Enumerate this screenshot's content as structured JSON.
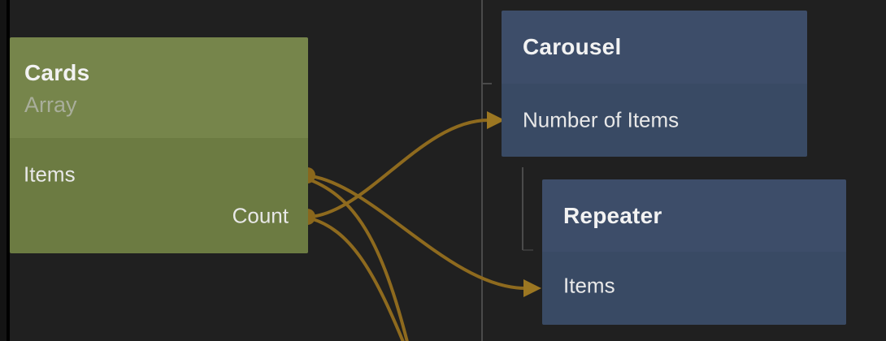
{
  "canvas": {
    "kind": "node-graph-editor"
  },
  "colors": {
    "canvas_bg": "#202020",
    "frame": "#141414",
    "frame_line": "#000000",
    "node_green_header": "#76854b",
    "node_green_body": "#6c7b42",
    "node_blue_header": "#3d4d69",
    "node_blue_body": "#394a64",
    "connection": "#8e6a1e",
    "arrow": "#9c7722",
    "port_dot": "#8a671c",
    "hierarchy_line": "#4a4a4a",
    "title_text": "#f2f2f2",
    "subtitle_text": "#a9ae9b",
    "port_text": "#e8e8e8"
  },
  "nodes": {
    "cards": {
      "title": "Cards",
      "subtitle": "Array",
      "ports": [
        {
          "label": "Items",
          "side": "output"
        },
        {
          "label": "Count",
          "side": "output"
        }
      ]
    },
    "carousel": {
      "title": "Carousel",
      "ports": [
        {
          "label": "Number of Items",
          "side": "input"
        }
      ]
    },
    "repeater": {
      "title": "Repeater",
      "ports": [
        {
          "label": "Items",
          "side": "input"
        }
      ]
    }
  },
  "connections": [
    {
      "from": "Cards.Count",
      "to": "Carousel.Number of Items"
    },
    {
      "from": "Cards.Items",
      "to": "Repeater.Items"
    },
    {
      "from": "Cards.Items",
      "to": "offscreen-bottom"
    },
    {
      "from": "Cards.Count",
      "to": "offscreen-bottom"
    }
  ]
}
